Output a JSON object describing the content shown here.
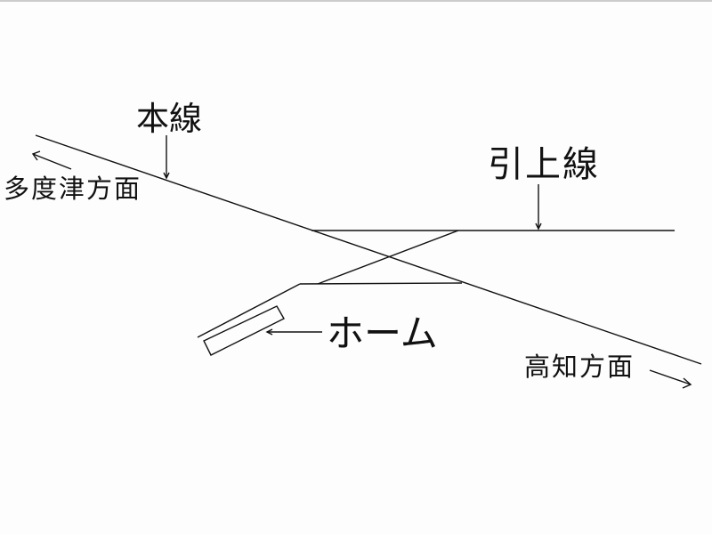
{
  "labels": {
    "main_line": "本線",
    "tadotsu_direction": "多度津方面",
    "pull_out_track": "引上線",
    "platform": "ホーム",
    "kochi_direction": "高知方面"
  },
  "colors": {
    "line": "#111111",
    "background": "#fdfdfd"
  }
}
